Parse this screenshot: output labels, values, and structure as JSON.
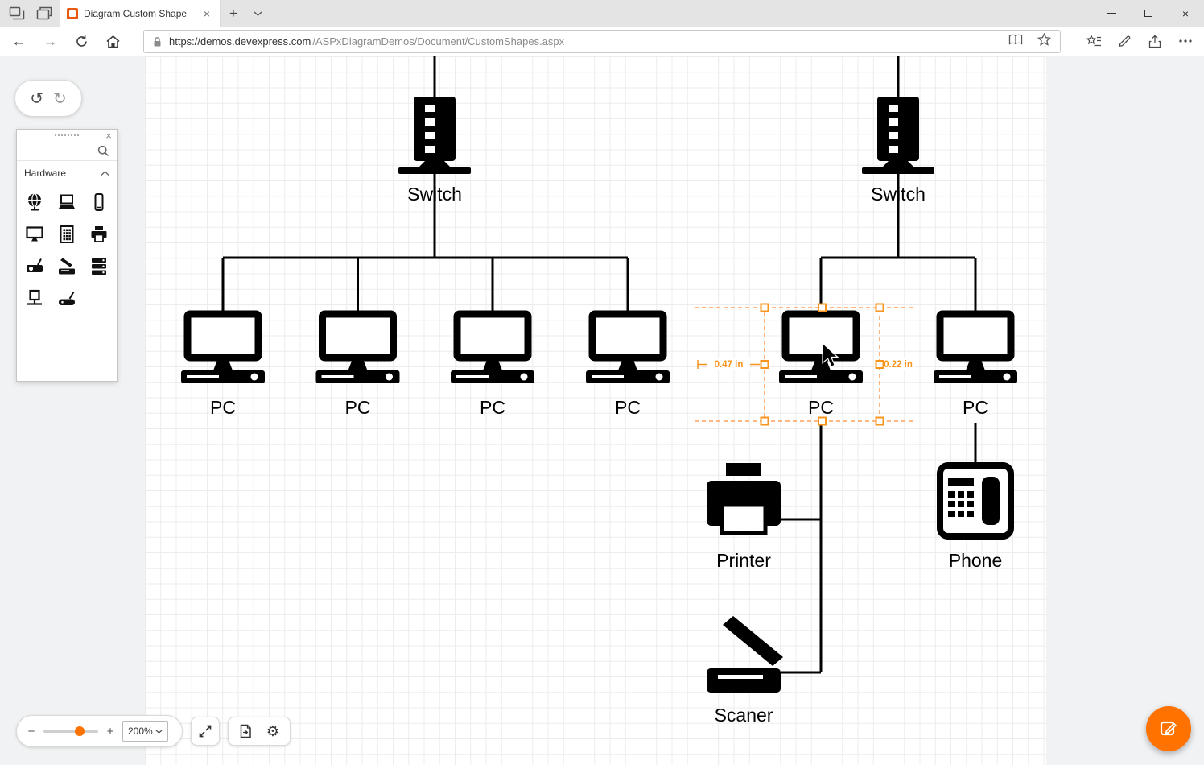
{
  "browser": {
    "tab_title": "Diagram Custom Shape",
    "url_host": "https://demos.devexpress.com",
    "url_path": "/ASPxDiagramDemos/Document/CustomShapes.aspx"
  },
  "glyphs": {
    "close": "×",
    "new_tab": "+",
    "back": "←",
    "forward": "→",
    "undo": "↺",
    "redo": "↻",
    "zoom_out": "−",
    "zoom_in": "+",
    "gear": "⚙"
  },
  "toolbox": {
    "section_title": "Hardware",
    "shapes": [
      "internet",
      "laptop",
      "mobile",
      "monitor",
      "terminal",
      "printer",
      "modem",
      "scanner",
      "server",
      "ethernet",
      "router"
    ]
  },
  "zoom_toolbar": {
    "zoom_level": "200%"
  },
  "canvas": {
    "selection": {
      "width_label": "0.47 in",
      "height_label": "0.22 in"
    },
    "nodes": {
      "switch1": "Switch",
      "switch2": "Switch",
      "pc1": "PC",
      "pc2": "PC",
      "pc3": "PC",
      "pc4": "PC",
      "pc5": "PC",
      "pc6": "PC",
      "printer": "Printer",
      "scanner": "Scaner",
      "phone": "Phone"
    }
  },
  "colors": {
    "accent_orange": "#ff7200",
    "selection_orange": "#f7941e"
  }
}
